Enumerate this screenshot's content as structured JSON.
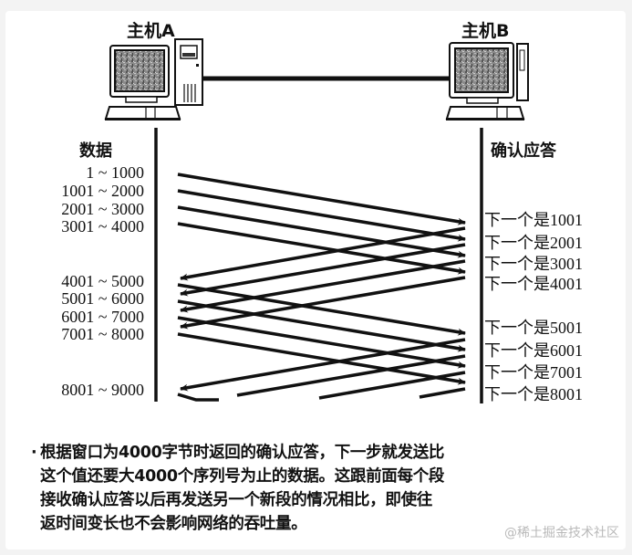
{
  "diagram": {
    "host_a": {
      "label": "主机A",
      "icon": "desktop-computer-icon"
    },
    "host_b": {
      "label": "主机B",
      "icon": "desktop-computer-icon"
    },
    "left_column_title": "数据",
    "right_column_title": "确认应答",
    "data_segments": [
      "1 ~ 1000",
      "1001 ~ 2000",
      "2001 ~ 3000",
      "3001 ~ 4000",
      "4001 ~ 5000",
      "5001 ~ 6000",
      "6001 ~ 7000",
      "7001 ~ 8000",
      "8001 ~ 9000"
    ],
    "acks": [
      "下一个是1001",
      "下一个是2001",
      "下一个是3001",
      "下一个是4001",
      "下一个是5001",
      "下一个是6001",
      "下一个是7001",
      "下一个是8001"
    ]
  },
  "caption": {
    "bullet": "·",
    "lines": [
      "根据窗口为4000字节时返回的确认应答，下一步就发送比",
      "这个值还要大4000个序列号为止的数据。这跟前面每个段",
      "接收确认应答以后再发送另一个新段的情况相比，即使往",
      "返时间变长也不会影响网络的吞吐量。"
    ]
  },
  "watermark": "@稀土掘金技术社区",
  "colors": {
    "ink": "#111111",
    "background": "#ffffff",
    "page": "#f3f3f3",
    "watermark": "#b9b9b9"
  }
}
